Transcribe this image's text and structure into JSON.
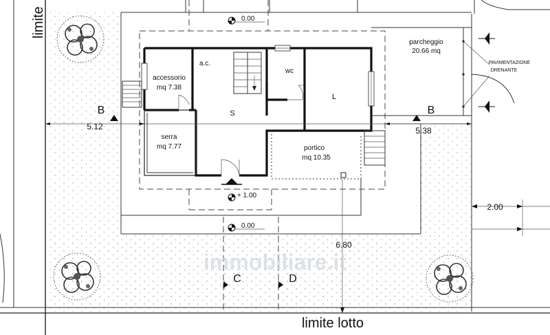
{
  "labels": {
    "limite_left": "limite",
    "limite_lotto": "limite lotto",
    "level_top": "0.00",
    "level_entry": "+ 1.00",
    "level_bottom": "0.00",
    "parcheggio": "parcheggio",
    "parcheggio_area": "20.66 mq",
    "pavimentazione_1": "PAVIMENTAZIONE",
    "pavimentazione_2": "DRENANTE",
    "accessorio": "accessorio",
    "accessorio_area": "mq 7.38",
    "ac": "a.c.",
    "wc": "wc",
    "s": "S",
    "l": "L",
    "serra": "serra",
    "serra_area": "mq 7.77",
    "portico": "portico",
    "portico_area": "mq 10.35",
    "section_b": "B",
    "section_c": "C",
    "section_d": "D",
    "dim_left": "5.12",
    "dim_right": "5.38",
    "dim_side": "2.00",
    "dim_bottom": "6.80"
  },
  "watermark": "immobiliare.it",
  "colors": {
    "line": "#222222",
    "garden_dots": "#9a9a9a",
    "watermark": "#cfd6dc"
  },
  "icons": [
    "tree-icon",
    "level-marker-icon",
    "section-arrow-icon",
    "stair-icon",
    "door-swing-icon",
    "parking-arrow-icon"
  ]
}
